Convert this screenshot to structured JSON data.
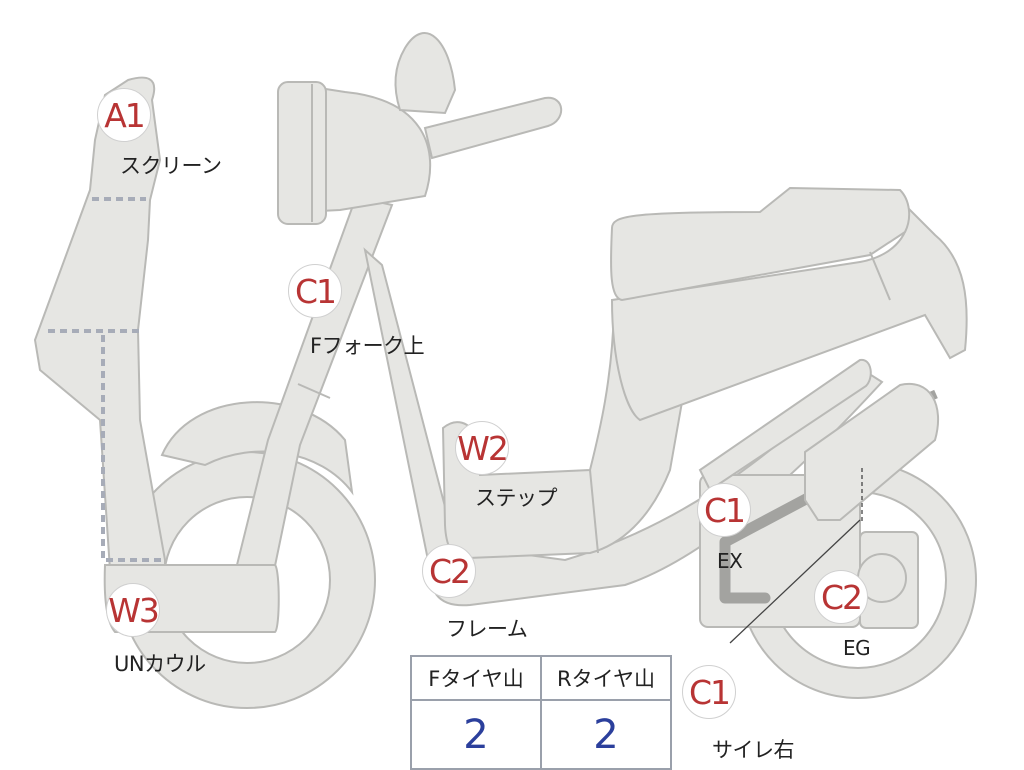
{
  "inspection_points": [
    {
      "code": "A1",
      "part": "スクリーン"
    },
    {
      "code": "C1",
      "part": "Fフォーク上"
    },
    {
      "code": "W2",
      "part": "ステップ"
    },
    {
      "code": "C2",
      "part": "フレーム"
    },
    {
      "code": "W3",
      "part": "UNカウル"
    },
    {
      "code": "C1",
      "part": "EX"
    },
    {
      "code": "C2",
      "part": "EG"
    },
    {
      "code": "C1",
      "part": "サイレ右"
    }
  ],
  "tread_table": {
    "headers": [
      "Fタイヤ山",
      "Rタイヤ山"
    ],
    "values": [
      "2",
      "2"
    ]
  },
  "colors": {
    "body_fill": "#e6e6e3",
    "outline": "#b9b9b6",
    "code_text": "#b83434",
    "value_text": "#2b3f9c"
  }
}
